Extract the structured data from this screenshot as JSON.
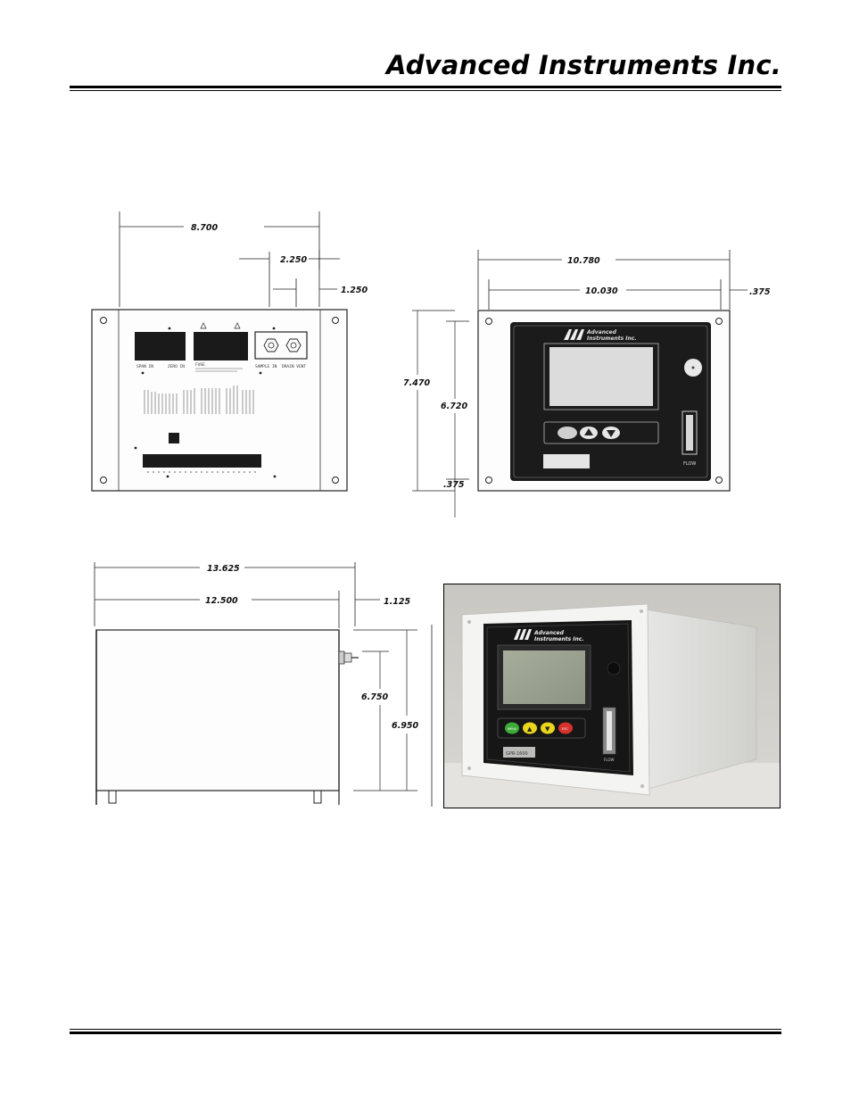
{
  "header": {
    "company": "Advanced Instruments Inc."
  },
  "rear_view": {
    "dims": {
      "width": "8.700",
      "offset_a": "2.250",
      "offset_b": "1.250"
    },
    "labels": {
      "span": "SPAN IN",
      "zero": "ZERO IN",
      "sample": "SAMPLE IN",
      "drain": "DRAIN VENT",
      "fuse": "FUSE"
    }
  },
  "front_view": {
    "dims": {
      "outer_width": "10.780",
      "inner_width": "10.030",
      "margin": ".375",
      "outer_height": "7.470",
      "inner_height": "6.720",
      "bottom_margin": ".375"
    },
    "brand": [
      "Advanced",
      "Instruments Inc."
    ],
    "flow_label": "FLOW"
  },
  "side_view": {
    "dims": {
      "total_length": "13.625",
      "body_length": "12.500",
      "projection": "1.125",
      "inner_height": "6.750",
      "outer_height": "6.950"
    }
  },
  "photo": {
    "brand": [
      "Advanced",
      "Instruments Inc."
    ],
    "buttons": [
      "MENU",
      "▲",
      "▼",
      "ESC"
    ],
    "model_plate": "GPR-1600",
    "flow_label": "FLOW"
  }
}
